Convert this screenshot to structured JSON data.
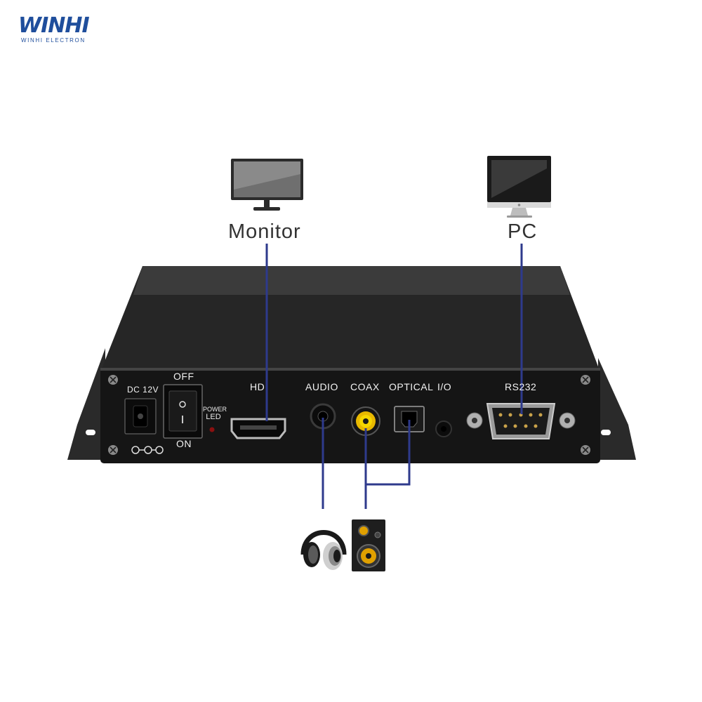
{
  "brand": {
    "name": "WINHI",
    "tagline": "WINHI ELECTRON"
  },
  "devices": {
    "monitor": {
      "label": "Monitor",
      "icon": "monitor-icon"
    },
    "pc": {
      "label": "PC",
      "icon": "pc-icon"
    },
    "headphones": {
      "icon": "headphones-icon"
    },
    "speaker": {
      "icon": "speaker-icon"
    }
  },
  "panel": {
    "dc": "DC 12V",
    "off": "OFF",
    "on": "ON",
    "power": "POWER",
    "led": "LED",
    "hd": "HD",
    "audio": "AUDIO",
    "coax": "COAX",
    "optical": "OPTICAL",
    "io": "I/O",
    "rs232": "RS232"
  },
  "colors": {
    "line": "#2e3a8c",
    "brand": "#1f4e9c",
    "box": "#1e1e1e"
  }
}
